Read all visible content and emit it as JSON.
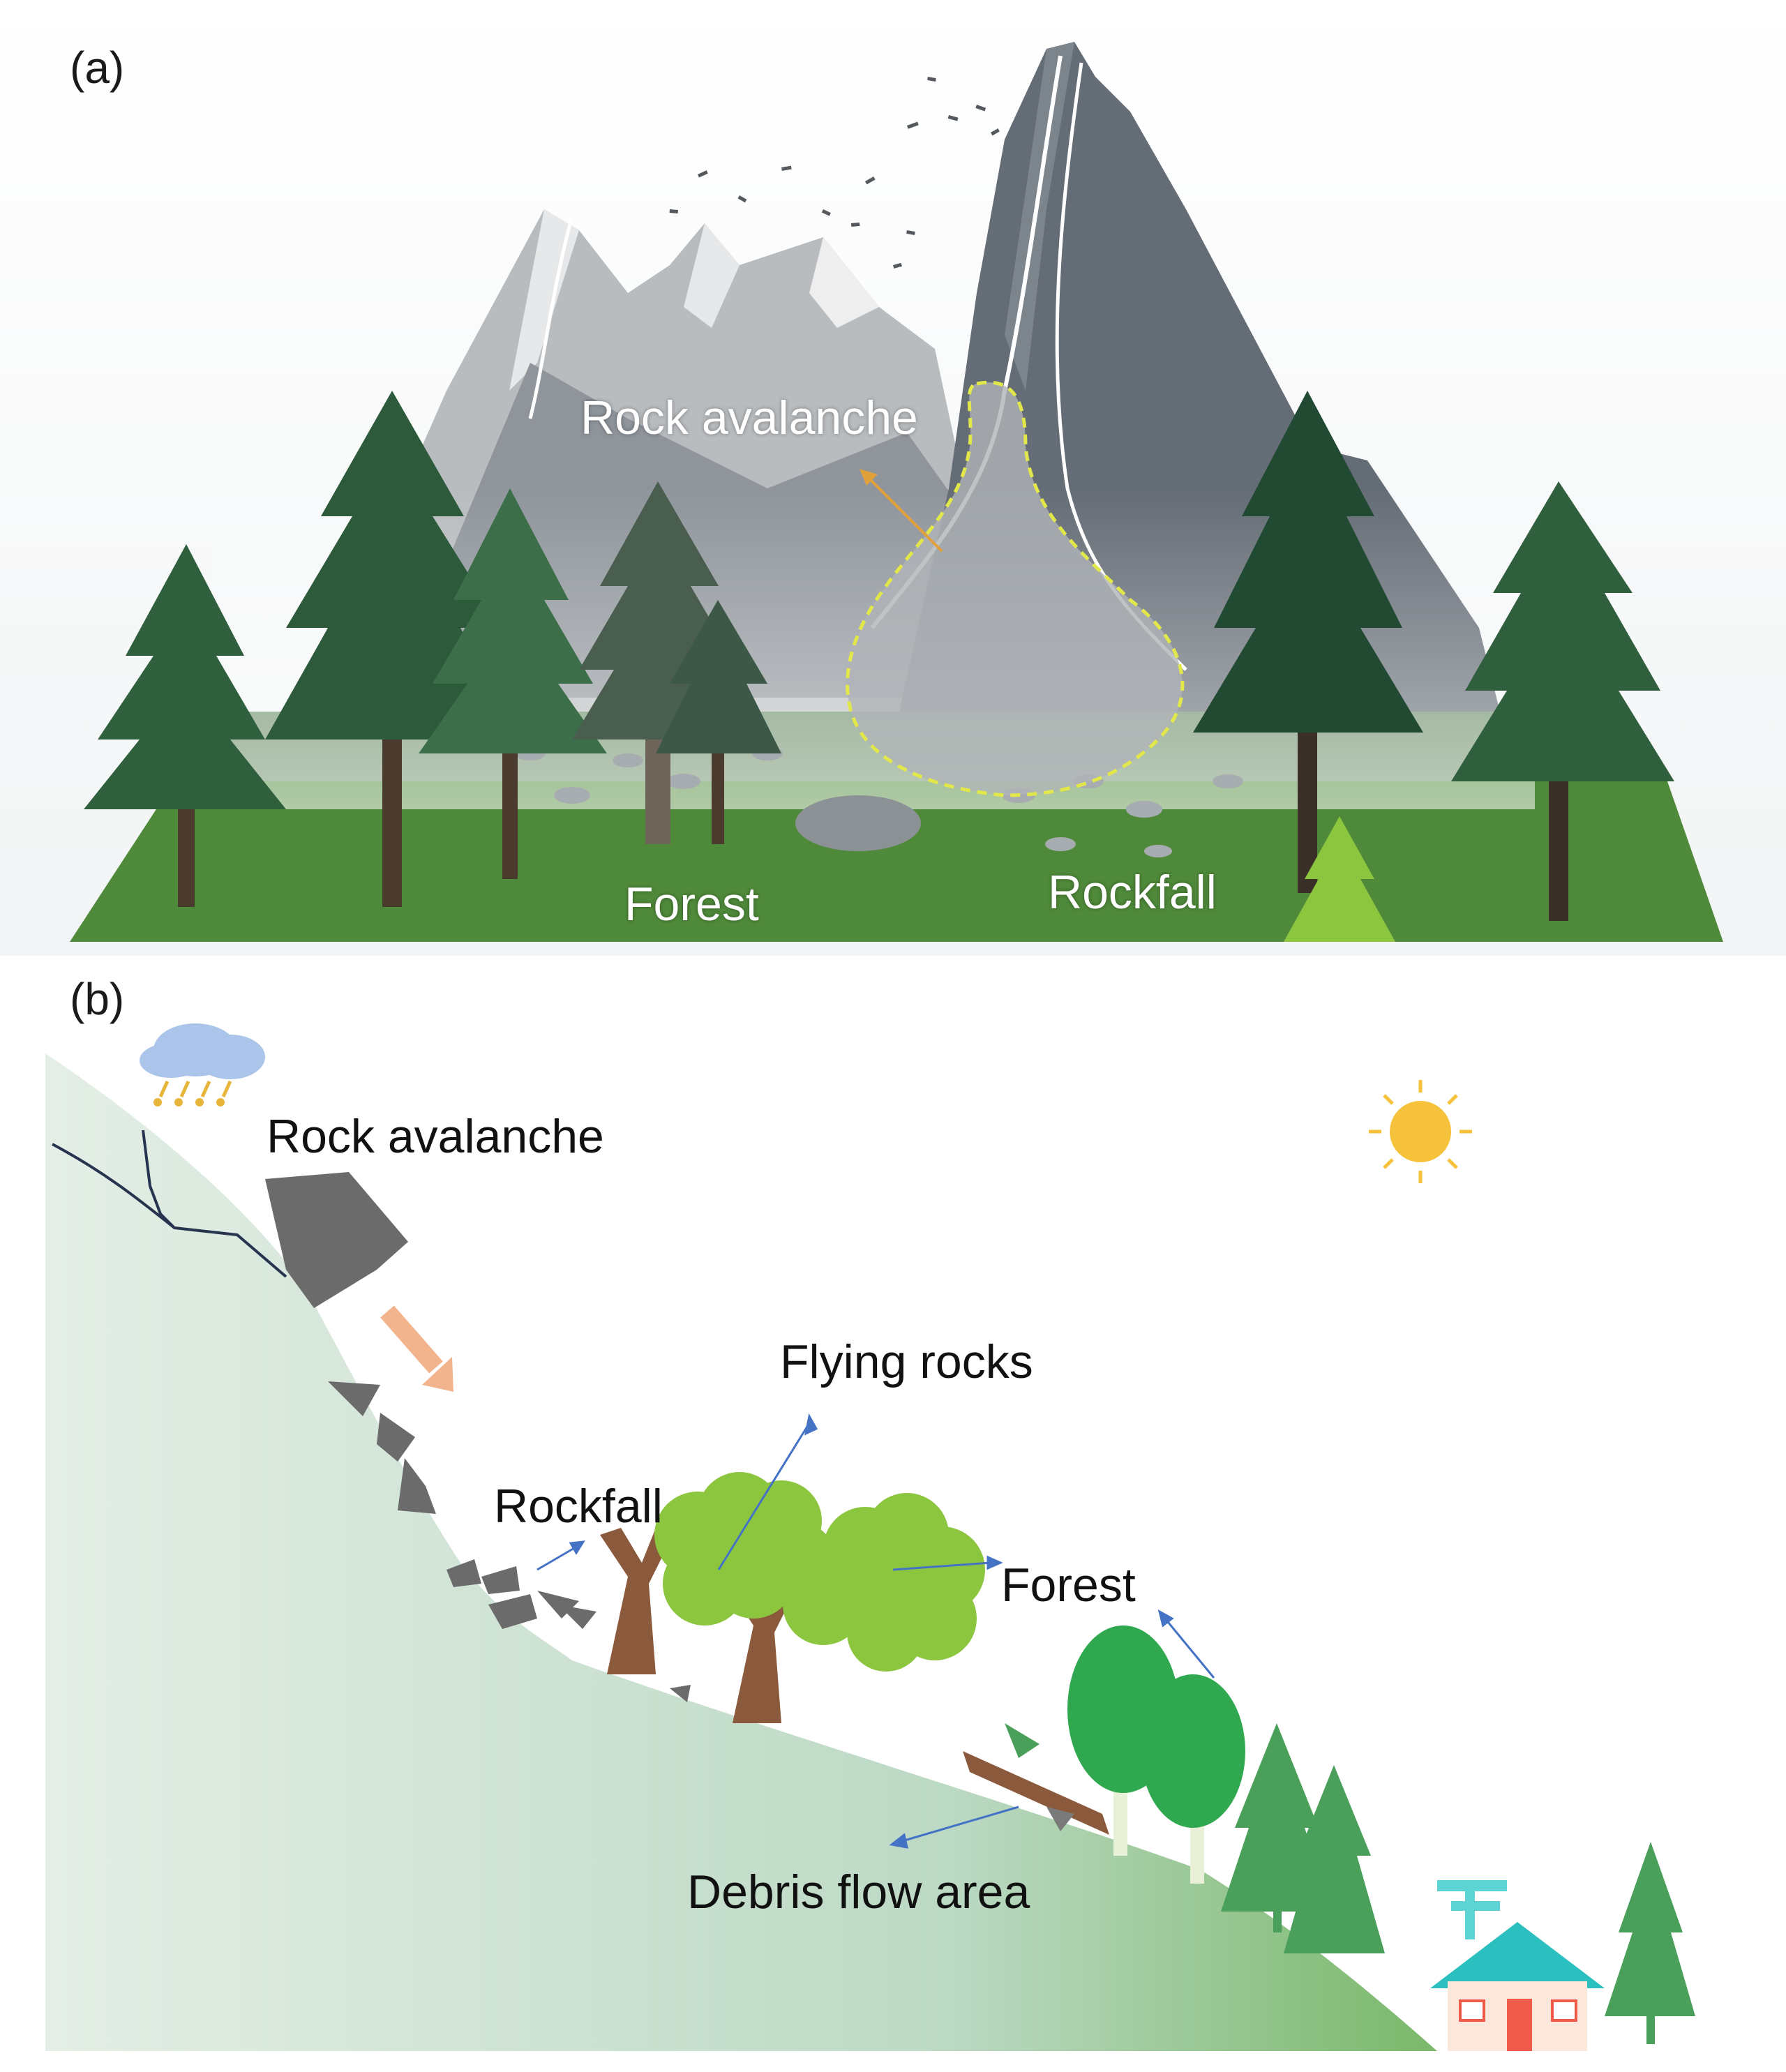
{
  "panel_a": {
    "label": "(a)",
    "rock_avalanche": "Rock avalanche",
    "forest": "Forest",
    "rockfall": "Rockfall"
  },
  "panel_b": {
    "label": "(b)",
    "rock_avalanche": "Rock avalanche",
    "flying_rocks": "Flying rocks",
    "rockfall": "Rockfall",
    "forest": "Forest",
    "debris_flow_area": "Debris flow area"
  },
  "colors": {
    "grass": "#4f8a3a",
    "mountain_dark": "#5f6770",
    "mountain_light": "#a7abb0",
    "rock": "#6b6b6b",
    "slope": "#cfe3d4",
    "tree_light": "#8cc63f",
    "tree_dark": "#2f6b45",
    "sun": "#f7c23b",
    "arrow": "#4472c4",
    "boundary": "#e3e84a"
  },
  "icons": [
    "rain-cloud-icon",
    "sun-icon",
    "house-icon"
  ]
}
